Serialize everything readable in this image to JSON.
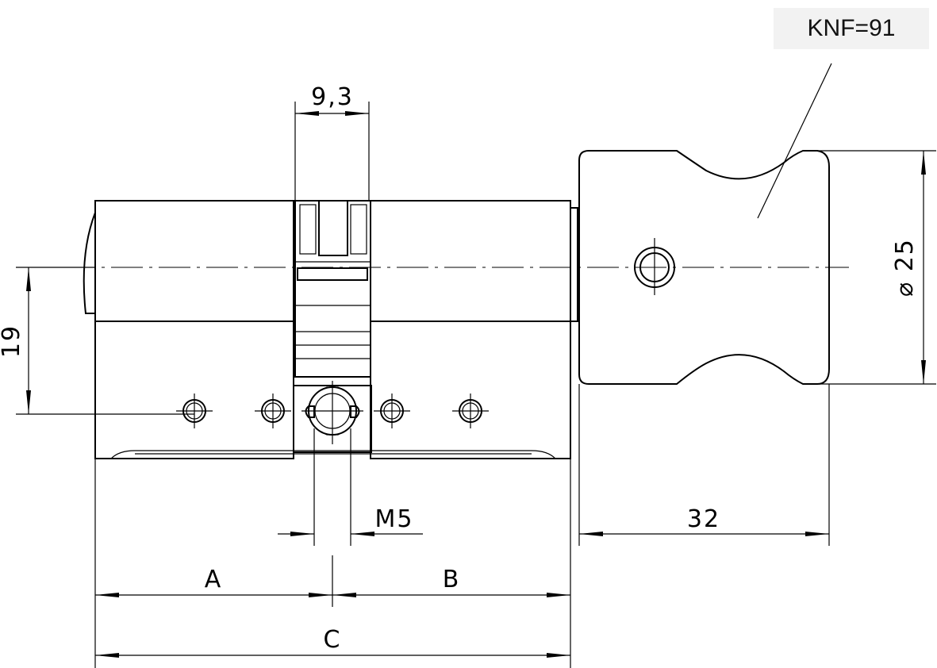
{
  "labels": {
    "knf": "KNF=91",
    "slot_width": "9,3",
    "height_offset": "19",
    "knob_diameter": "⌀ 25",
    "thread": "M5",
    "knob_length": "32",
    "dim_a": "A",
    "dim_b": "B",
    "dim_c": "C"
  },
  "colors": {
    "line": "#000000",
    "label_background": "#f2f2f2"
  }
}
